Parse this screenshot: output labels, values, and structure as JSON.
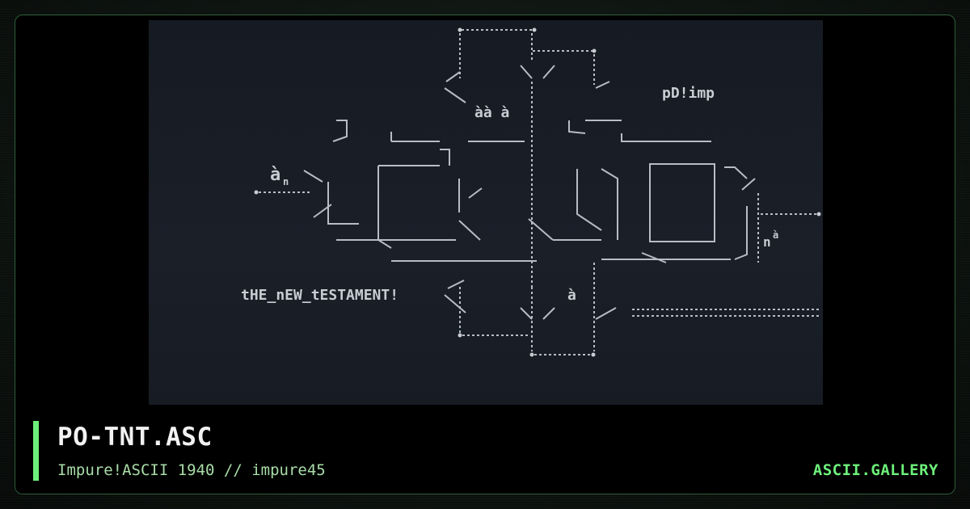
{
  "artwork": {
    "filename": "PO-TNT.ASC",
    "texts": {
      "tag_left": "à",
      "tag_left_sub": "n",
      "tag_pdimp": "pD!imp",
      "tag_aa": "àà à",
      "tag_testament": "tHE_nEW_tESTAMENT!",
      "tag_a_mid": "à",
      "tag_right": "n",
      "tag_right_sup": "à"
    }
  },
  "card": {
    "title": "PO-TNT.ASC",
    "subtitle": "Impure!ASCII 1940 // impure45",
    "brand": "ASCII.GALLERY"
  },
  "colors": {
    "accent": "#6df07a",
    "border": "#2f5f3a",
    "art_background": "#171c24",
    "art_foreground": "#c9ccd2"
  }
}
